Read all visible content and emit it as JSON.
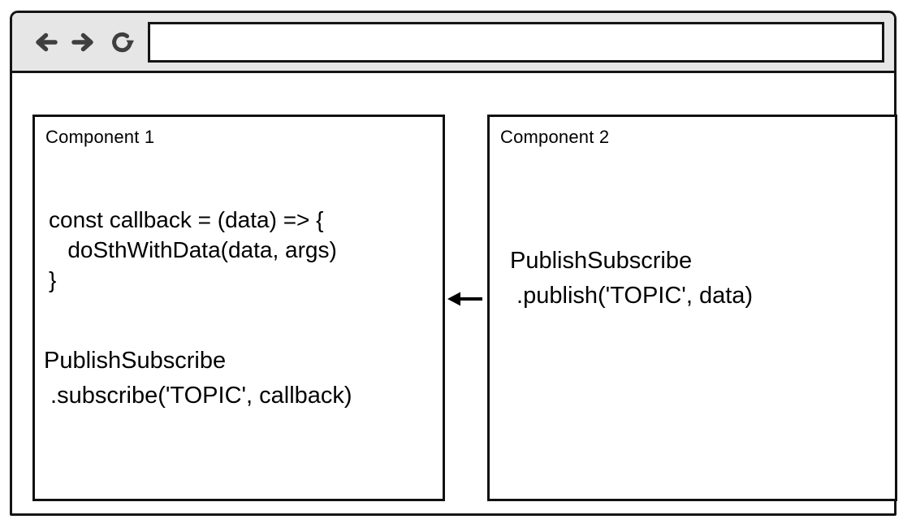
{
  "window": {
    "toolbar": {
      "icons": [
        "back-icon",
        "forward-icon",
        "refresh-icon"
      ],
      "address_bar": {
        "value": "",
        "placeholder": ""
      }
    }
  },
  "diagram": {
    "component1": {
      "title": "Component 1",
      "callback_code": [
        "const callback = (data) => {",
        "   doSthWithData(data, args)",
        "}"
      ],
      "subscribe_code": [
        "PublishSubscribe",
        " .subscribe('TOPIC', callback)"
      ]
    },
    "component2": {
      "title": "Component 2",
      "publish_code": [
        "PublishSubscribe",
        " .publish('TOPIC', data)"
      ]
    },
    "arrow": {
      "name": "publish-flow-arrow",
      "direction": "left",
      "from": "component2",
      "to": "component1"
    }
  },
  "colors": {
    "chrome_bg": "#e6e6e6",
    "icon_gray": "#3f3f3f",
    "border_black": "#151515",
    "text": "#000000"
  }
}
